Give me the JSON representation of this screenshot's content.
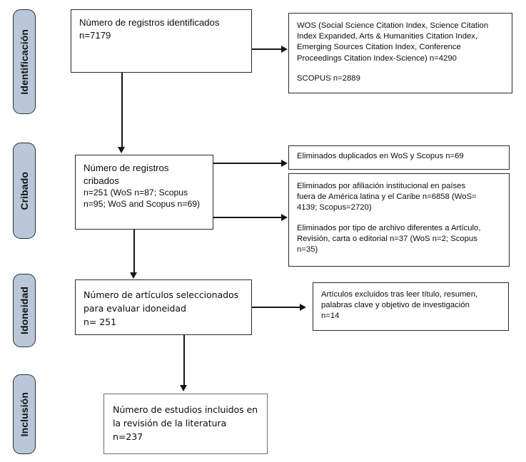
{
  "diagram": {
    "title": "PRISMA flow diagram",
    "language": "es",
    "colors": {
      "stage_pill_fill": "#b9c7d8",
      "stage_pill_border": "#2b2f36",
      "box_border": "#2a2a2a",
      "box_border_light": "#6f6f6f",
      "connector": "#161616",
      "text": "#0d0d0d",
      "background": "#ffffff"
    },
    "stages": [
      {
        "id": "identificacion",
        "label": "Identificación"
      },
      {
        "id": "cribado",
        "label": "Cribado"
      },
      {
        "id": "idoneidad",
        "label": "Idoneidad"
      },
      {
        "id": "inclusion",
        "label": "Inclusión"
      }
    ],
    "boxes": {
      "identified_records": {
        "line1": "Número de registros identificados",
        "line2": "n=7179"
      },
      "sources": {
        "line1": "WOS (Social Science Citation Index, Science Citation",
        "line2": "Index Expanded, Arts & Humanities Citation Index,",
        "line3": "Emerging Sources Citation Index, Conference",
        "line4": "Proceedings Citation Index-Science) n=4290",
        "line5": "SCOPUS n=2889"
      },
      "screened_records": {
        "line1": "Número de registros",
        "line2": "cribados",
        "line3": "n=251 (WoS  n=87; Scopus",
        "line4": "n=95; WoS and Scopus n=69)"
      },
      "removed_duplicates": {
        "line1": "Eliminados duplicados en WoS y Scopus n=69"
      },
      "removed_affiliation": {
        "line1": "Eliminados por afiliación institucional en países",
        "line2": "fuera de América latina y el Caribe n=6858 (WoS=",
        "line3": "4139; Scopus=2720)",
        "line4": "Eliminados por tipo de archivo diferentes a Artículo,",
        "line5": "Revisión, carta o editorial n=37 (WoS n=2; Scopus",
        "line6": "n=35)"
      },
      "eligibility_articles": {
        "line1": "Número de artículos seleccionados",
        "line2": "para evaluar idoneidad",
        "line3": "n= 251"
      },
      "excluded_articles": {
        "line1": "Artículos excluidos tras leer título, resumen,",
        "line2": "palabras clave y objetivo de investigación",
        "line3": "n=14"
      },
      "included_studies": {
        "line1": "Número de estudios incluidos en",
        "line2": "la revisión de la literatura",
        "line3": "n=237"
      }
    }
  }
}
